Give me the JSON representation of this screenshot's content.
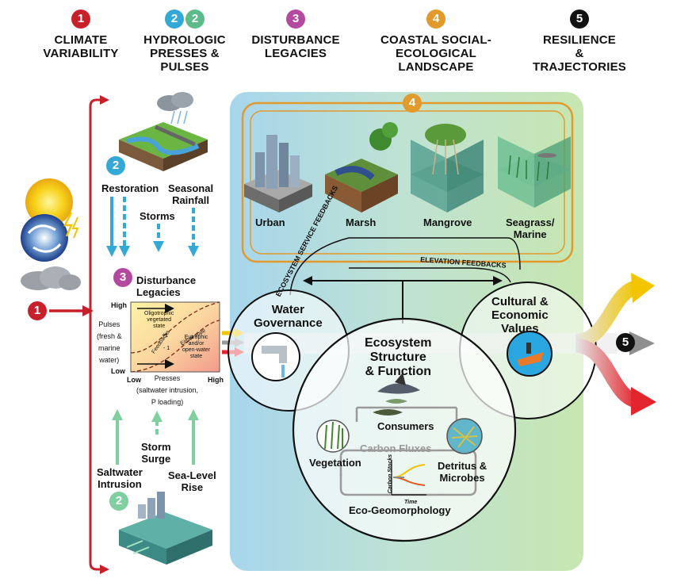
{
  "headers": [
    {
      "nums": [
        "1"
      ],
      "colors": [
        "#c8202a"
      ],
      "title": "CLIMATE\nVARIABILITY"
    },
    {
      "nums": [
        "2",
        "2"
      ],
      "colors": [
        "#35a9d6",
        "#5dbb8a"
      ],
      "title": "HYDROLOGIC\nPRESSES &\nPULSES"
    },
    {
      "nums": [
        "3"
      ],
      "colors": [
        "#b44aa0"
      ],
      "title": "DISTURBANCE\nLEGACIES"
    },
    {
      "nums": [
        "4"
      ],
      "colors": [
        "#e39a2d"
      ],
      "title": "COASTAL SOCIAL-\nECOLOGICAL\nLANDSCAPE"
    },
    {
      "nums": [
        "5"
      ],
      "colors": [
        "#111111"
      ],
      "title": "RESILIENCE\n&\nTRAJECTORIES"
    }
  ],
  "climate": {
    "badge": "1"
  },
  "hydro_top": {
    "badge": "2",
    "labels": {
      "restoration": "Restoration",
      "seasonal": "Seasonal\nRainfall",
      "storms": "Storms"
    }
  },
  "legacies": {
    "badge": "3",
    "title": "Disturbance\nLegacies",
    "y_high": "High",
    "y_low": "Low",
    "x_low": "Low",
    "x_high": "High",
    "y_label": "Pulses\n(fresh &\nmarine\nwater)",
    "x_label": "Presses\n(saltwater intrusion,\nP loading)",
    "state_top": "Oligotrophic\nvegetated\nstate",
    "state_either": "Either state",
    "state_bottom": "Eutrophic\nand/or\nopen-water\nstate",
    "feedbacks": "Feedbacks",
    "plus": "+1",
    "minus": "- 1"
  },
  "hydro_bottom": {
    "badge": "2",
    "labels": {
      "saltwater": "Saltwater\nIntrusion",
      "surge": "Storm\nSurge",
      "sealevel": "Sea-Level\nRise"
    }
  },
  "landscape": {
    "badge": "4",
    "panels": [
      "Urban",
      "Marsh",
      "Mangrove",
      "Seagrass/\nMarine"
    ],
    "ecosystem_service_feedbacks": "ECOSYSTEM SERVICE FEEDBACKS",
    "elevation_feedbacks": "ELEVATION FEEDBACKS"
  },
  "circles": {
    "water": "Water\nGovernance",
    "cultural": "Cultural &\nEconomic\nValues",
    "ecosystem": "Ecosystem\nStructure\n& Function"
  },
  "eco": {
    "consumers": "Consumers",
    "vegetation": "Vegetation",
    "carbon_fluxes": "Carbon Fluxes",
    "detritus": "Detritus &\nMicrobes",
    "geomorph": "Eco-Geomorphology",
    "carbon_stocks": "Carbon Stocks",
    "time": "Time"
  },
  "resilience": {
    "badge": "5"
  },
  "colors": {
    "red": "#c8202a",
    "blue": "#35a9d6",
    "green": "#7fcfa0",
    "orange": "#e39a2d",
    "purple": "#b44aa0",
    "yellow": "#f2c500",
    "gray": "#8f8f8f"
  }
}
